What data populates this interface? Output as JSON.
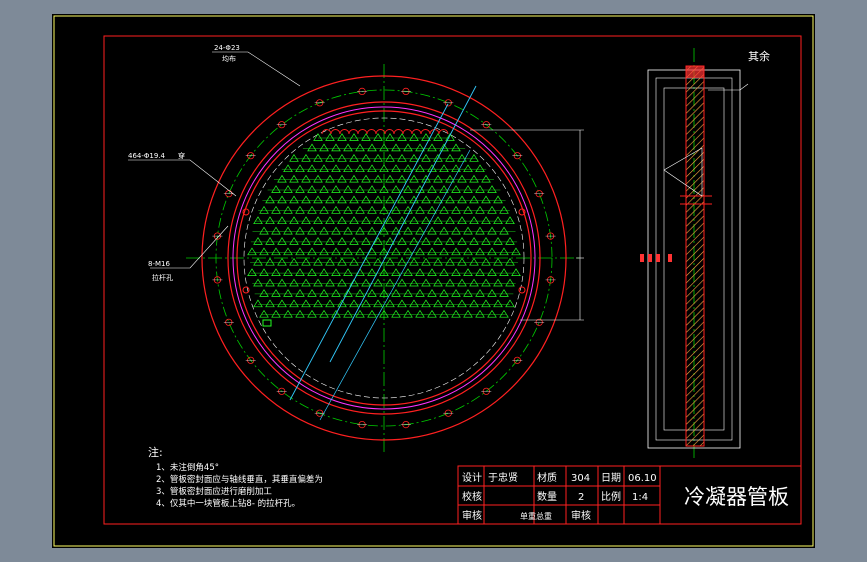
{
  "drawing": {
    "title": "冷凝器管板",
    "top_right_mark": "其余",
    "colors": {
      "viewport_bg": "#7e8a98",
      "sheet_bg": "#000000",
      "border": "#ff2020",
      "outer_frame": "#ffff66",
      "tube_pattern": "#22ff22",
      "center_line": "#00cc00",
      "bolt_circle": "#ffffff",
      "dim_line": "#ffffff",
      "cut_line": "#33ccff",
      "hatch": "#ffaa44",
      "text": "#ffffff",
      "magenta": "#ff33ff"
    }
  },
  "callouts": {
    "bolt_holes": "24-Φ23",
    "bolt_holes_note": "均布",
    "tube_holes": "464-Φ19.4",
    "tube_holes_mark": "穿",
    "tie_rod": "8-M16",
    "tie_rod_note": "拉杆孔"
  },
  "notes": {
    "heading": "注:",
    "items": [
      "1、未注倒角45°",
      "2、管板密封面应与轴线垂直，其垂直偏差为",
      "3、管板密封面应进行磨削加工",
      "4、仅其中一块管板上钻8-  的拉杆孔。"
    ]
  },
  "title_block": {
    "row1": [
      "设计",
      "于忠贤",
      "材质",
      "304",
      "日期",
      "06.10"
    ],
    "row2": [
      "校核",
      "",
      "数量",
      "2",
      "比例",
      "1:4"
    ],
    "row3": [
      "审核",
      "",
      "单重总重",
      "审核",
      "",
      ""
    ]
  }
}
